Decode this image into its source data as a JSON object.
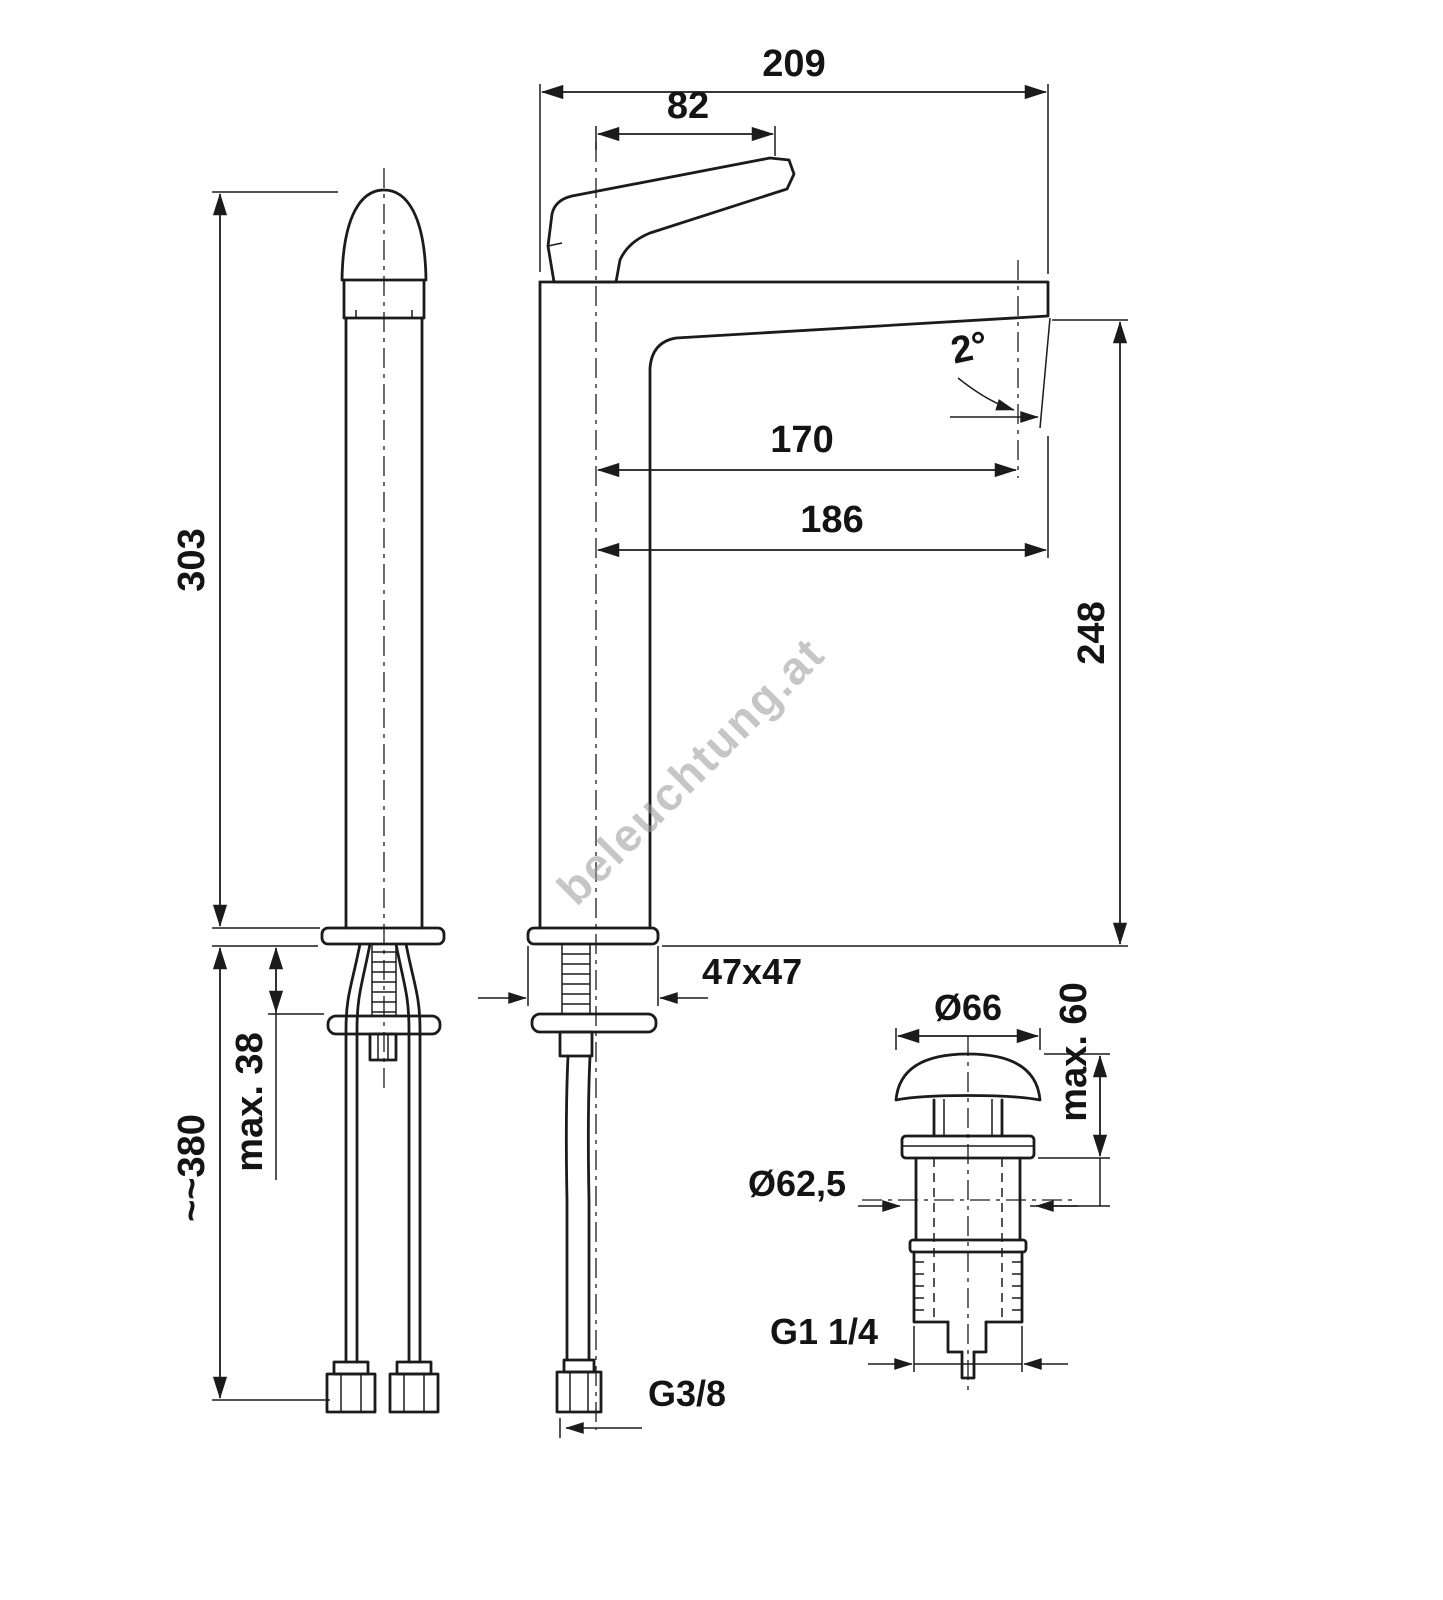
{
  "watermark": "beleuchtung.at",
  "front_view": {
    "total_width": "209",
    "handle_length": "82",
    "spout_angle": "2°",
    "reach_aerator": "170",
    "reach_tip": "186",
    "spout_height": "248",
    "base_section": "47x47",
    "supply_thread": "G3/8"
  },
  "side_view": {
    "body_height": "303",
    "max_deck_thickness": "max. 38",
    "hose_length": "~~380"
  },
  "drain": {
    "cap_diameter": "Ø66",
    "max_height": "max. 60",
    "flange_diameter": "Ø62,5",
    "thread": "G1 1/4"
  },
  "colors": {
    "line": "#1b1b1b",
    "watermark": "#999999",
    "background": "#ffffff"
  }
}
